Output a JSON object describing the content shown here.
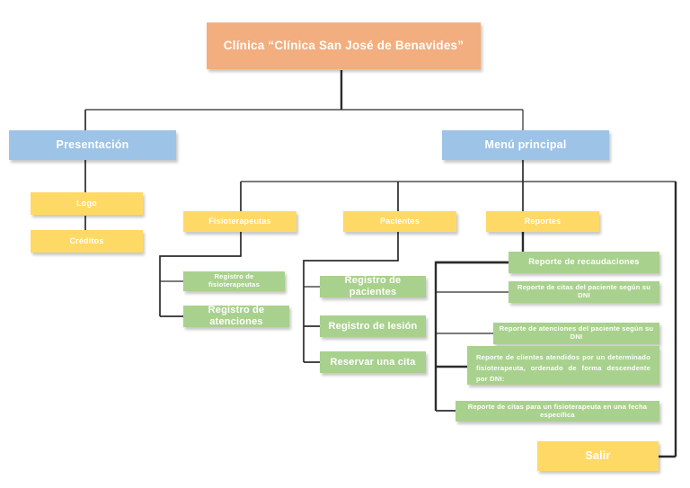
{
  "diagram": {
    "type": "hierarchy-tree",
    "title": "Clínica \"Clínica San José de Benavides\"",
    "nodes": {
      "root": {
        "label": "Clínica “Clínica San José de Benavides”",
        "color": "#F2AE7E",
        "level": 0
      },
      "presentacion": {
        "label": "Presentación",
        "color": "#9DC3E6",
        "level": 1
      },
      "menu_principal": {
        "label": "Menú principal",
        "color": "#9DC3E6",
        "level": 1
      },
      "logo": {
        "label": "Logo",
        "color": "#FFD966",
        "level": 2
      },
      "creditos": {
        "label": "Créditos",
        "color": "#FFD966",
        "level": 2
      },
      "fisioterapeutas": {
        "label": "Fisioterapeutas",
        "color": "#FFD966",
        "level": 2
      },
      "pacientes": {
        "label": "Pacientes",
        "color": "#FFD966",
        "level": 2
      },
      "reportes": {
        "label": "Reportes",
        "color": "#FFD966",
        "level": 2
      },
      "salir": {
        "label": "Salir",
        "color": "#FFD966",
        "level": 2
      },
      "registro_fisioterapeutas": {
        "label": "Registro de fisioterapeutas",
        "color": "#A9D18E",
        "level": 3
      },
      "registro_atenciones": {
        "label": "Registro de atenciones",
        "color": "#A9D18E",
        "level": 3
      },
      "registro_pacientes": {
        "label": "Registro de pacientes",
        "color": "#A9D18E",
        "level": 3
      },
      "registro_lesion": {
        "label": "Registro de lesión",
        "color": "#A9D18E",
        "level": 3
      },
      "reservar_cita": {
        "label": "Reservar una cita",
        "color": "#A9D18E",
        "level": 3
      },
      "reporte_recaudaciones": {
        "label": "Reporte de recaudaciones",
        "color": "#A9D18E",
        "level": 3
      },
      "reporte_citas_dni": {
        "label": "Reporte de citas del paciente según su DNI",
        "color": "#A9D18E",
        "level": 3
      },
      "reporte_atenciones_dni": {
        "label": "Reporte de atenciones del paciente según su DNI",
        "color": "#A9D18E",
        "level": 3
      },
      "reporte_clientes_atendidos_line1": {
        "label": "Reporte de clientes atendidos por un determinado",
        "color": "#A9D18E",
        "level": 3
      },
      "reporte_clientes_atendidos_line2": {
        "label": "fisioterapeuta, ordenado de forma descendente por DNI:",
        "color": "#A9D18E",
        "level": 3
      },
      "reporte_citas_fecha": {
        "label": "Reporte de citas para un fisioterapeuta en una fecha específica",
        "color": "#A9D18E",
        "level": 3
      }
    },
    "palette": {
      "root_fill": "#F2AE7E",
      "branch_fill": "#9DC3E6",
      "menu_fill": "#FFD966",
      "leaf_fill": "#A9D18E",
      "connector": "#2b2b2b",
      "background": "#FFFFFF",
      "label_text": "#FFFFFF"
    }
  }
}
